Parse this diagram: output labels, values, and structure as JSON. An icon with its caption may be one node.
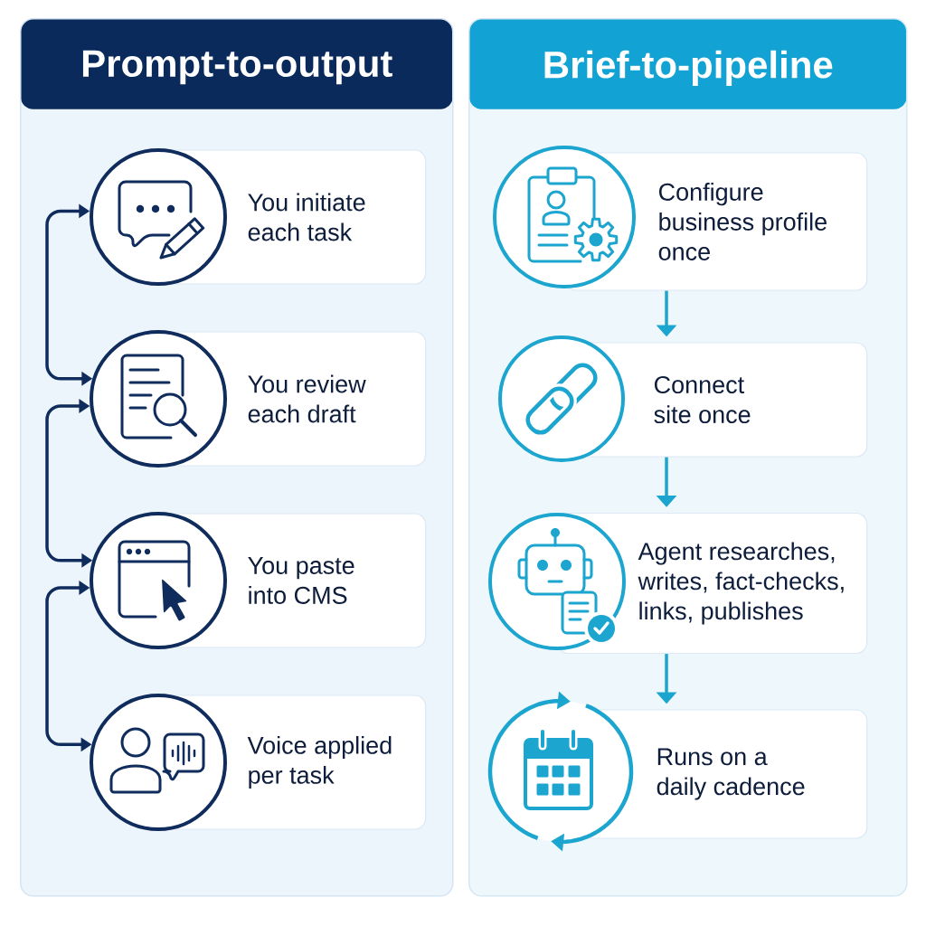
{
  "diagram": {
    "nodes": [
      {
        "text": [
          "Prompt-to-output"
        ]
      },
      {
        "text": [],
        "shape": "circle",
        "in": 0
      },
      {
        "text": [
          "You initiate each task"
        ],
        "in": 0
      },
      {
        "text": [],
        "shape": "circle",
        "in": 0
      },
      {
        "text": [
          "You review each draft"
        ],
        "in": 0
      },
      {
        "text": [],
        "shape": "circle",
        "in": 0
      },
      {
        "text": [
          "You paste into CMS"
        ],
        "in": 0
      },
      {
        "text": [],
        "shape": "circle",
        "in": 0
      },
      {
        "text": [
          "Voice applied per task"
        ],
        "in": 0
      },
      {
        "text": [
          "Brief-to-pipeline"
        ]
      },
      {
        "text": [],
        "shape": "circle",
        "in": 9
      },
      {
        "text": [
          "Configure business profile once"
        ],
        "in": 9
      },
      {
        "text": [],
        "shape": "circle",
        "in": 9
      },
      {
        "text": [
          "Connect site once"
        ],
        "in": 9
      },
      {
        "text": [],
        "shape": "circle",
        "in": 9
      },
      {
        "text": [
          "Agent researches, writes, fact-checks, links, publishes"
        ],
        "in": 9
      },
      {
        "text": [],
        "shape": "circle",
        "in": 9
      },
      {
        "text": [
          "Runs on a daily cadence"
        ],
        "in": 9
      }
    ],
    "edges": [
      {
        "from": 1,
        "to": 3,
        "arrow": "both",
        "color": "#0f2c5c"
      },
      {
        "from": 3,
        "to": 5,
        "arrow": "both",
        "color": "#0f2c5c"
      },
      {
        "from": 5,
        "to": 7,
        "arrow": "both",
        "color": "#0f2c5c"
      },
      {
        "from": 11,
        "to": 13,
        "arrow": "to",
        "color": "#1ba5cf"
      },
      {
        "from": 13,
        "to": 15,
        "arrow": "to",
        "color": "#1ba5cf"
      },
      {
        "from": 15,
        "to": 17,
        "arrow": "to",
        "color": "#1ba5cf"
      }
    ]
  }
}
